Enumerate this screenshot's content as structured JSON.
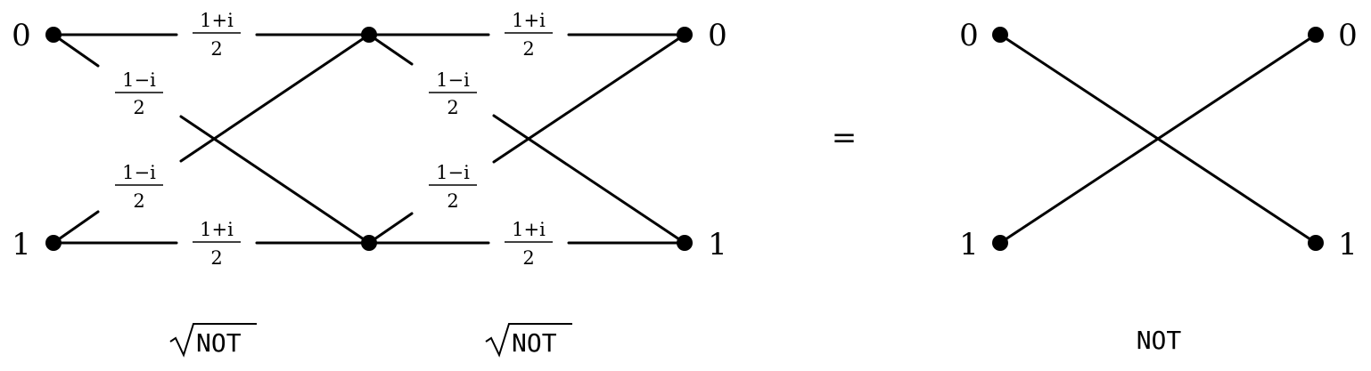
{
  "states": {
    "zero": "0",
    "one": "1"
  },
  "amplitudes": {
    "plus": {
      "numerator": "1+i",
      "denominator": "2"
    },
    "minus": {
      "numerator": "1−i",
      "denominator": "2"
    }
  },
  "equals": "=",
  "gates": {
    "sqrt_not": "NOT",
    "not": "NOT"
  },
  "colors": {
    "line": "#000000",
    "node": "#000000",
    "background": "#ffffff"
  }
}
